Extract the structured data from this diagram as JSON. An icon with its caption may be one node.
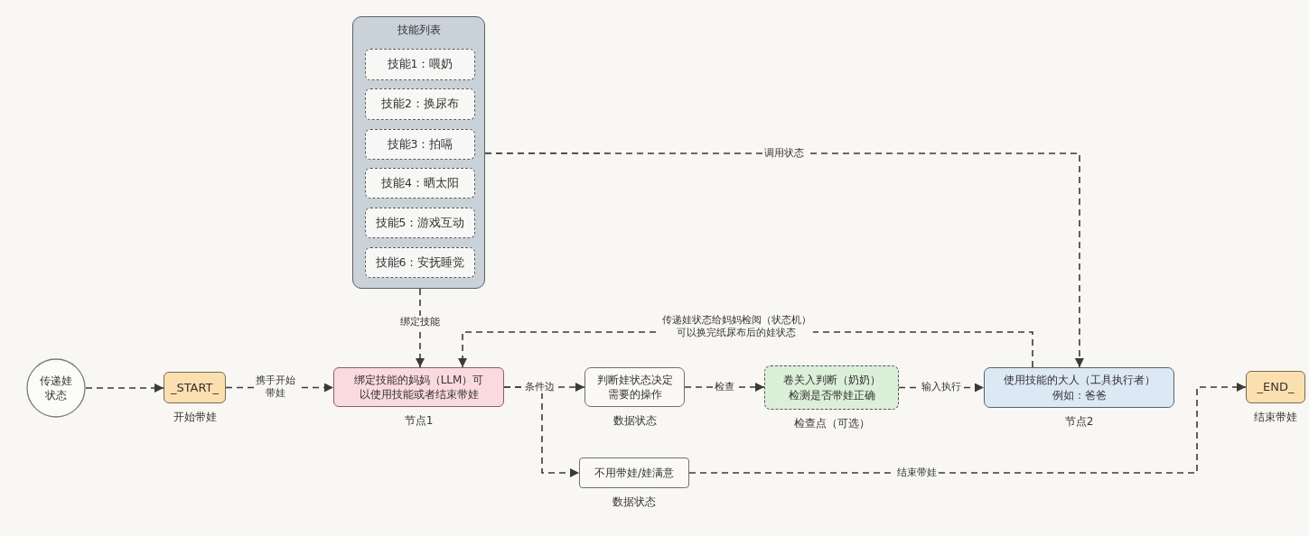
{
  "diagram": {
    "nodes": [
      {
        "text": [
          "技能列表"
        ]
      },
      {
        "text": [
          "技能1：喂奶"
        ],
        "in": 0
      },
      {
        "text": [
          "技能2：换尿布"
        ],
        "in": 0
      },
      {
        "text": [
          "技能3：拍嗝"
        ],
        "in": 0
      },
      {
        "text": [
          "技能4：晒太阳"
        ],
        "in": 0
      },
      {
        "text": [
          "技能5：游戏互动"
        ],
        "in": 0
      },
      {
        "text": [
          "技能6：安抚睡觉"
        ],
        "in": 0
      },
      {
        "text": [
          "传递娃状态"
        ]
      },
      {
        "text": [
          "_START_"
        ],
        "beside": [
          "开始带娃"
        ]
      },
      {
        "text": [
          "绑定技能的妈妈（LLM）可以使用技能或者结束带娃"
        ],
        "beside": [
          "节点1"
        ]
      },
      {
        "text": [
          "判断娃状态决定需要的操作"
        ],
        "beside": [
          "数据状态"
        ]
      },
      {
        "text": [
          "卷关入判断（奶奶）检测是否带娃正确"
        ],
        "beside": [
          "检查点（可选）"
        ]
      },
      {
        "text": [
          "使用技能的大人（工具执行者）例如：爸爸"
        ],
        "beside": [
          "节点2"
        ]
      },
      {
        "text": [
          "不用带娃/娃满意"
        ],
        "beside": [
          "数据状态"
        ]
      },
      {
        "text": [
          "_END_"
        ],
        "beside": [
          "结束带娃"
        ]
      }
    ],
    "edges": [
      {
        "from": 7,
        "to": 8,
        "arrow": "to"
      },
      {
        "from": 8,
        "to": 9,
        "arrow": "to",
        "label": "携手开始带娃"
      },
      {
        "from": 0,
        "to": 9,
        "arrow": "to",
        "label": "绑定技能"
      },
      {
        "from": 0,
        "to": 12,
        "arrow": "to",
        "label": "调用状态"
      },
      {
        "from": 9,
        "to": 10,
        "arrow": "to",
        "label": "条件边"
      },
      {
        "from": 9,
        "to": 13,
        "arrow": "to"
      },
      {
        "from": 10,
        "to": 11,
        "arrow": "to",
        "label": "检查"
      },
      {
        "from": 11,
        "to": 12,
        "arrow": "to",
        "label": "输入执行"
      },
      {
        "from": 12,
        "to": 9,
        "arrow": "to",
        "label": "传递娃状态给妈妈检阅（状态机）可以换完纸尿布后的娃状态"
      },
      {
        "from": 13,
        "to": 14,
        "arrow": "to",
        "label": "结束带娃"
      }
    ]
  }
}
